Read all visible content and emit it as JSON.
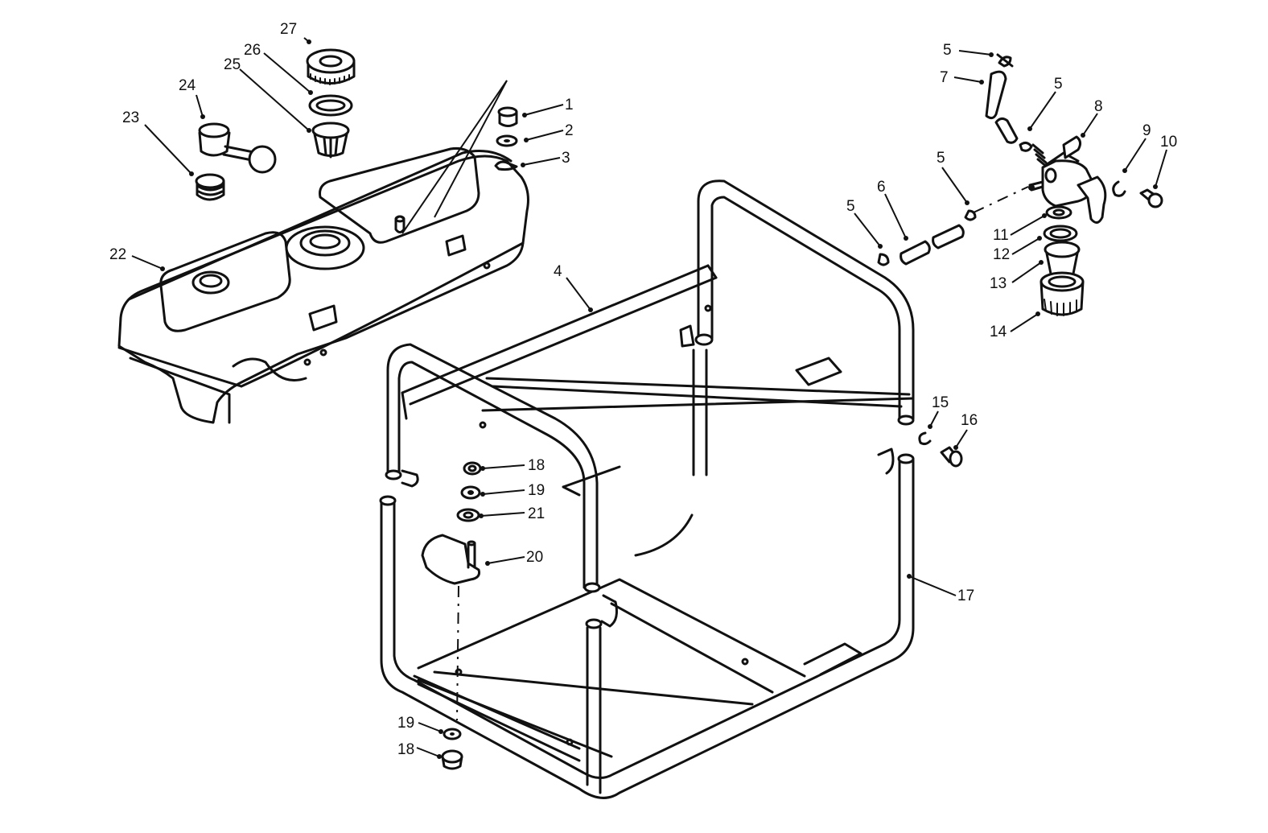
{
  "callouts": [
    {
      "id": "c1",
      "text": "1"
    },
    {
      "id": "c2",
      "text": "2"
    },
    {
      "id": "c3",
      "text": "3"
    },
    {
      "id": "c4",
      "text": "4"
    },
    {
      "id": "c5a",
      "text": "5"
    },
    {
      "id": "c5b",
      "text": "5"
    },
    {
      "id": "c5c",
      "text": "5"
    },
    {
      "id": "c5d",
      "text": "5"
    },
    {
      "id": "c6",
      "text": "6"
    },
    {
      "id": "c7",
      "text": "7"
    },
    {
      "id": "c8",
      "text": "8"
    },
    {
      "id": "c9",
      "text": "9"
    },
    {
      "id": "c10",
      "text": "10"
    },
    {
      "id": "c11",
      "text": "11"
    },
    {
      "id": "c12",
      "text": "12"
    },
    {
      "id": "c13",
      "text": "13"
    },
    {
      "id": "c14",
      "text": "14"
    },
    {
      "id": "c15",
      "text": "15"
    },
    {
      "id": "c16",
      "text": "16"
    },
    {
      "id": "c17",
      "text": "17"
    },
    {
      "id": "c18a",
      "text": "18"
    },
    {
      "id": "c18b",
      "text": "18"
    },
    {
      "id": "c19a",
      "text": "19"
    },
    {
      "id": "c19b",
      "text": "19"
    },
    {
      "id": "c20",
      "text": "20"
    },
    {
      "id": "c21",
      "text": "21"
    },
    {
      "id": "c22",
      "text": "22"
    },
    {
      "id": "c23",
      "text": "23"
    },
    {
      "id": "c24",
      "text": "24"
    },
    {
      "id": "c25",
      "text": "25"
    },
    {
      "id": "c26",
      "text": "26"
    },
    {
      "id": "c27",
      "text": "27"
    }
  ]
}
